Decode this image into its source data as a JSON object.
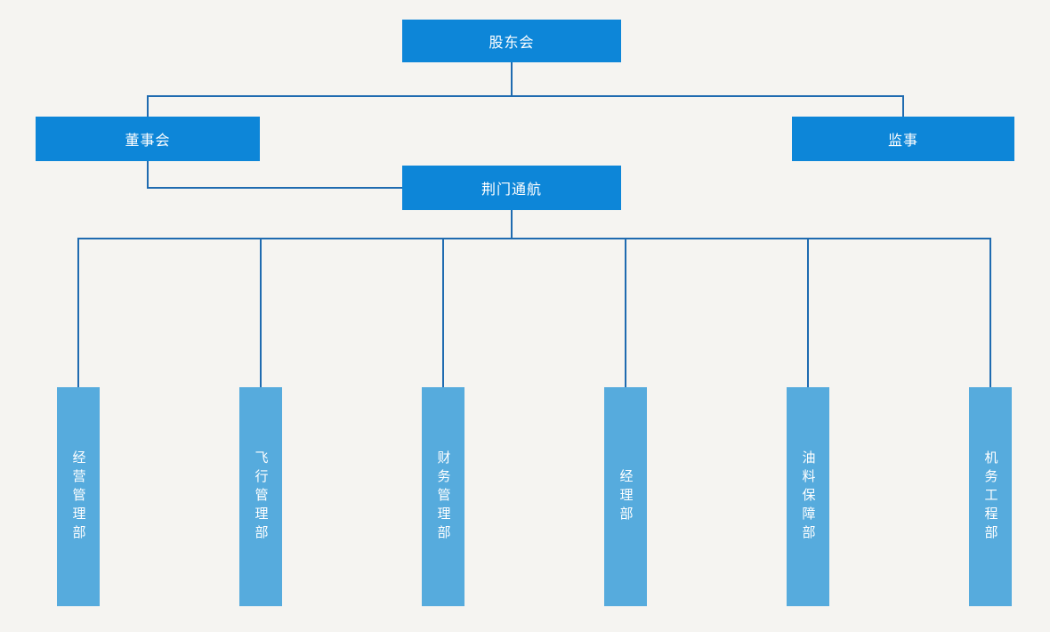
{
  "colors": {
    "background": "#f5f4f1",
    "node_primary": "#0d86d8",
    "node_light": "#56abdd",
    "connector": "#1f6bb0",
    "node_text": "#ffffff"
  },
  "org_chart": {
    "root": {
      "label": "股东会"
    },
    "level2": [
      {
        "label": "董事会"
      },
      {
        "label": "监事"
      }
    ],
    "company": {
      "label": "荆门通航"
    },
    "departments": [
      {
        "label": "经营管理部"
      },
      {
        "label": "飞行管理部"
      },
      {
        "label": "财务管理部"
      },
      {
        "label": "经理部"
      },
      {
        "label": "油料保障部"
      },
      {
        "label": "机务工程部"
      }
    ]
  }
}
